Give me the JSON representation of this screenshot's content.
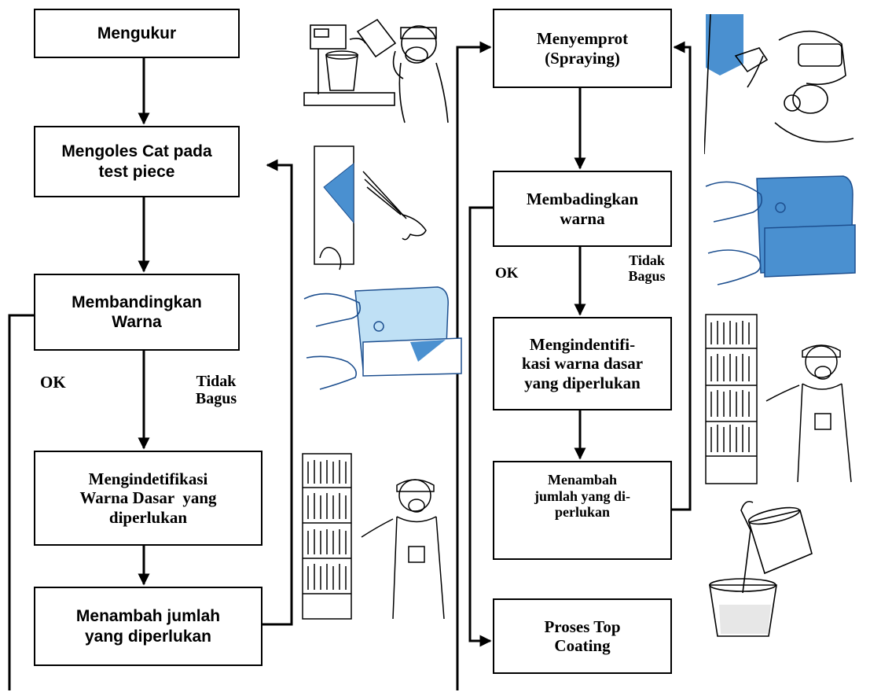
{
  "left_column": {
    "box1": "Mengukur",
    "box2_line1": "Mengoles Cat pada",
    "box2_line2": "test piece",
    "box3_line1": "Membandingkan",
    "box3_line2": "Warna",
    "ok_label": "OK",
    "tidak_label_line1": "Tidak",
    "tidak_label_line2": "Bagus",
    "box4_line1": "Mengindetifikasi",
    "box4_line2": "Warna Dasar  yang",
    "box4_line3": "diperlukan",
    "box5_line1": "Menambah jumlah",
    "box5_line2": "yang diperlukan"
  },
  "right_column": {
    "box1_line1": "Menyemprot",
    "box1_line2": "(Spraying)",
    "box2_line1": "Membadingkan",
    "box2_line2": "warna",
    "ok_label": "OK",
    "tidak_label_line1": "Tidak",
    "tidak_label_line2": "Bagus",
    "box3_line1": "Mengindentifi-",
    "box3_line2": "kasi warna dasar",
    "box3_line3": "yang diperlukan",
    "box4_line1": "Menambah",
    "box4_line2": "jumlah yang di-",
    "box4_line3": "perlukan",
    "box5_line1": "Proses Top",
    "box5_line2": "Coating"
  },
  "illustrations": [
    "worker-weighing-paint-illustration",
    "test-piece-brush-illustration",
    "comparing-color-card-illustration",
    "paint-shelf-worker-illustration",
    "worker-spraying-illustration",
    "pouring-paint-illustration"
  ],
  "colors": {
    "line": "#000000",
    "card_blue": "#4a90d0",
    "card_light": "#bfe0f5",
    "ink": "#1d4f8f"
  }
}
